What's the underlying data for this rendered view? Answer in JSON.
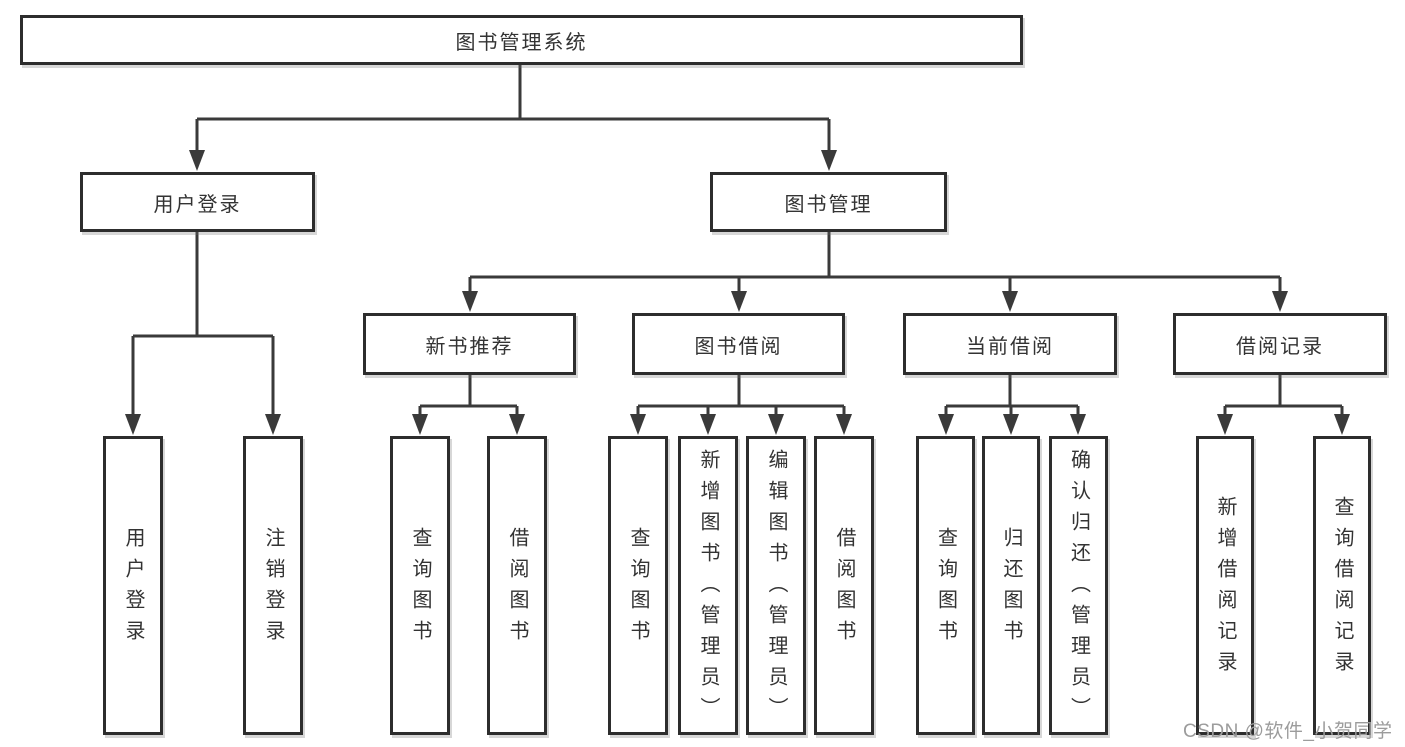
{
  "colors": {
    "line": "#3a3a3a",
    "box_border": "#2d2d2d",
    "box_fill": "#ffffff",
    "text": "#333333",
    "watermark": "#9c9c9c"
  },
  "tree": {
    "root": "图书管理系统",
    "children": [
      {
        "label": "用户登录",
        "children": [
          {
            "label": "用户登录"
          },
          {
            "label": "注销登录"
          }
        ]
      },
      {
        "label": "图书管理",
        "children": [
          {
            "label": "新书推荐",
            "children": [
              {
                "label": "查询图书"
              },
              {
                "label": "借阅图书"
              }
            ]
          },
          {
            "label": "图书借阅",
            "children": [
              {
                "label": "查询图书"
              },
              {
                "label": "新增图书（管理员）"
              },
              {
                "label": "编辑图书（管理员）"
              },
              {
                "label": "借阅图书"
              }
            ]
          },
          {
            "label": "当前借阅",
            "children": [
              {
                "label": "查询图书"
              },
              {
                "label": "归还图书"
              },
              {
                "label": "确认归还（管理员）"
              }
            ]
          },
          {
            "label": "借阅记录",
            "children": [
              {
                "label": "新增借阅记录"
              },
              {
                "label": "查询借阅记录"
              }
            ]
          }
        ]
      }
    ]
  },
  "watermark": {
    "label": "CSDN @软件_小贺同学"
  }
}
